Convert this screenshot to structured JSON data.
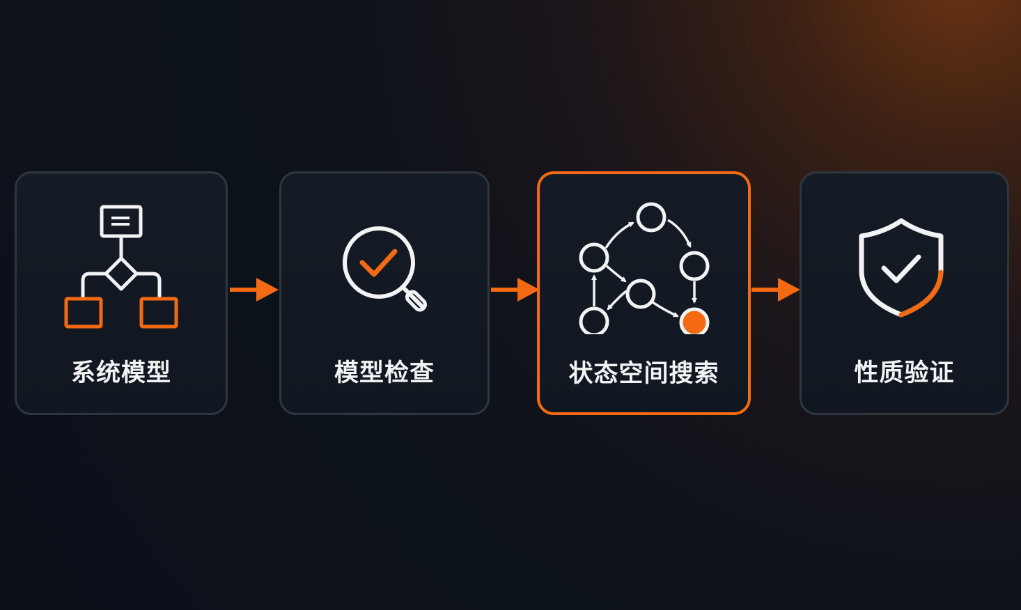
{
  "colors": {
    "accent": "#f36a12",
    "card_border": "#30363e",
    "card_bg": "#131a23",
    "text": "#f2f3f5",
    "icon_stroke": "#f2f3f5"
  },
  "steps": [
    {
      "label": "系统模型",
      "icon": "flowchart-icon",
      "active": false
    },
    {
      "label": "模型检查",
      "icon": "magnifier-check-icon",
      "active": false
    },
    {
      "label": "状态空间搜索",
      "icon": "state-graph-icon",
      "active": true
    },
    {
      "label": "性质验证",
      "icon": "shield-check-icon",
      "active": false
    }
  ]
}
